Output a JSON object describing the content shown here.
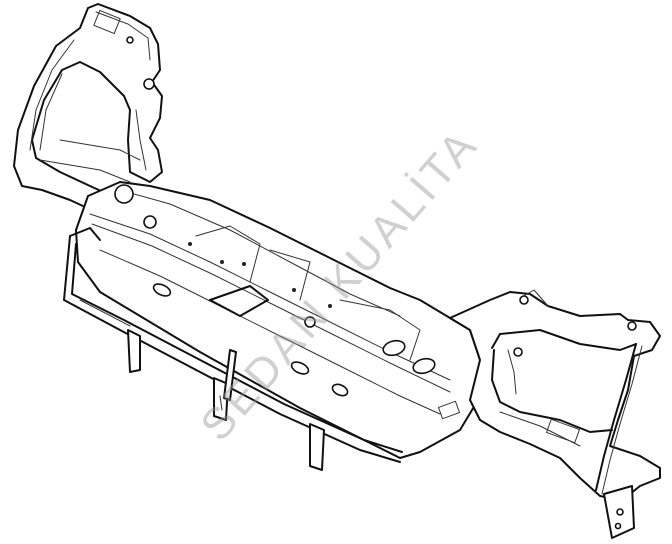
{
  "diagram": {
    "subject": "Front panel / radiator support frame (isometric line drawing)",
    "background_color": "#ffffff",
    "line_color": "#111111",
    "watermark": {
      "text": "SEDAN KUALİTA",
      "color": "#969696"
    },
    "parts": [
      "left-upper-bracket-loop",
      "main-cross-beam",
      "lower-grille-frame",
      "mounting-tabs",
      "right-upper-bracket-loop",
      "right-mounting-foot"
    ]
  }
}
